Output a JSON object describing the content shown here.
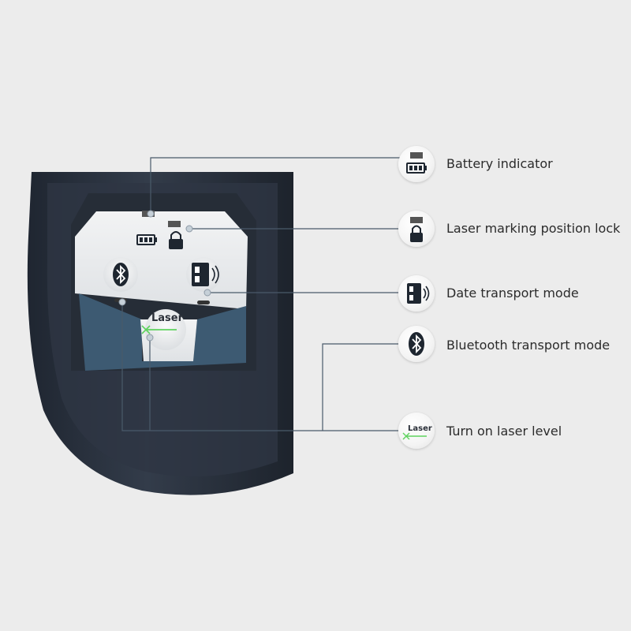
{
  "panel": {
    "laser_label": "Laser"
  },
  "callouts": [
    {
      "label": "Battery indicator",
      "icon": "battery-icon"
    },
    {
      "label": "Laser marking position lock",
      "icon": "lock-icon"
    },
    {
      "label": "Date transport mode",
      "icon": "data-transfer-icon"
    },
    {
      "label": "Bluetooth transport mode",
      "icon": "bluetooth-icon"
    },
    {
      "label": "Turn on laser level",
      "icon": "laser-icon"
    }
  ],
  "colors": {
    "background": "#ececec",
    "device_body": "#2b3340",
    "panel_face": "#e8eaec",
    "panel_accent": "#3d5a72",
    "leader_line": "#4a5a6a",
    "laser_green": "#5fd35f"
  }
}
